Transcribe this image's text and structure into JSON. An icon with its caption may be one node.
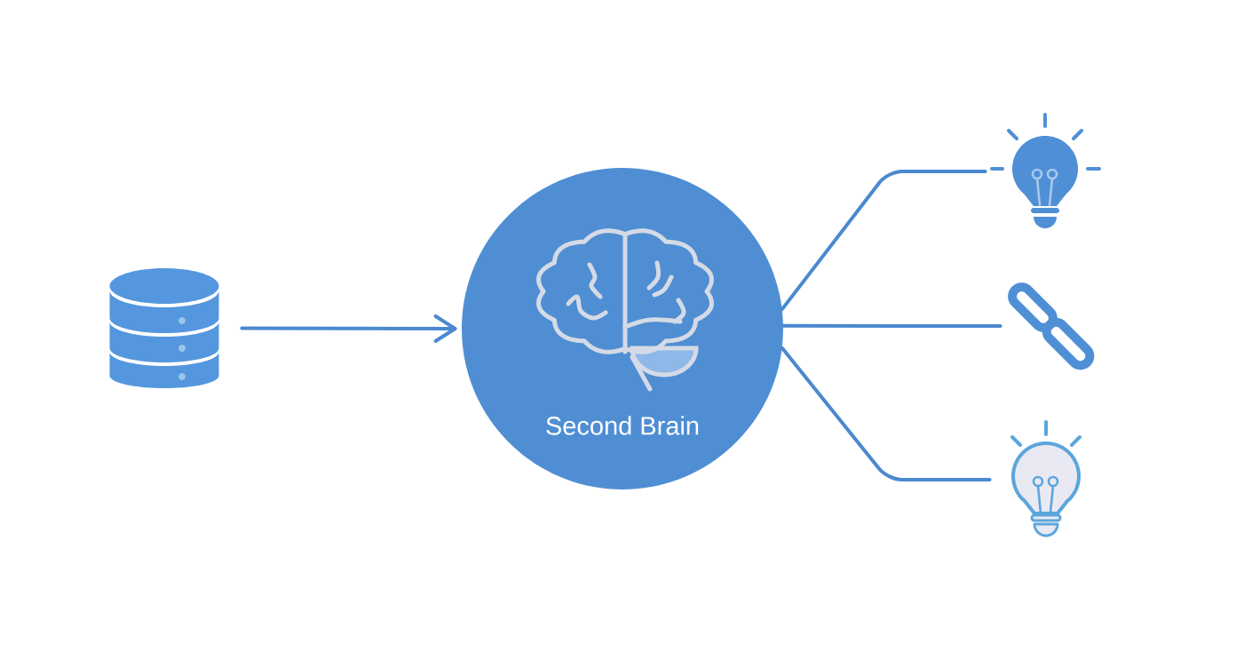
{
  "diagram": {
    "nodes": [
      {
        "text": [],
        "shape": "cylinder"
      },
      {
        "text": [
          "Second Brain"
        ]
      },
      {
        "text": [],
        "shape": "picture"
      },
      {
        "text": [],
        "shape": "picture"
      },
      {
        "text": [],
        "shape": "picture"
      }
    ],
    "edges": [
      {
        "from": 0,
        "to": 1,
        "arrow": "to"
      },
      {
        "from": 1,
        "to": 2,
        "arrow": "none"
      },
      {
        "from": 1,
        "to": 3,
        "arrow": "none"
      },
      {
        "from": 1,
        "to": 4,
        "arrow": "none"
      }
    ]
  }
}
